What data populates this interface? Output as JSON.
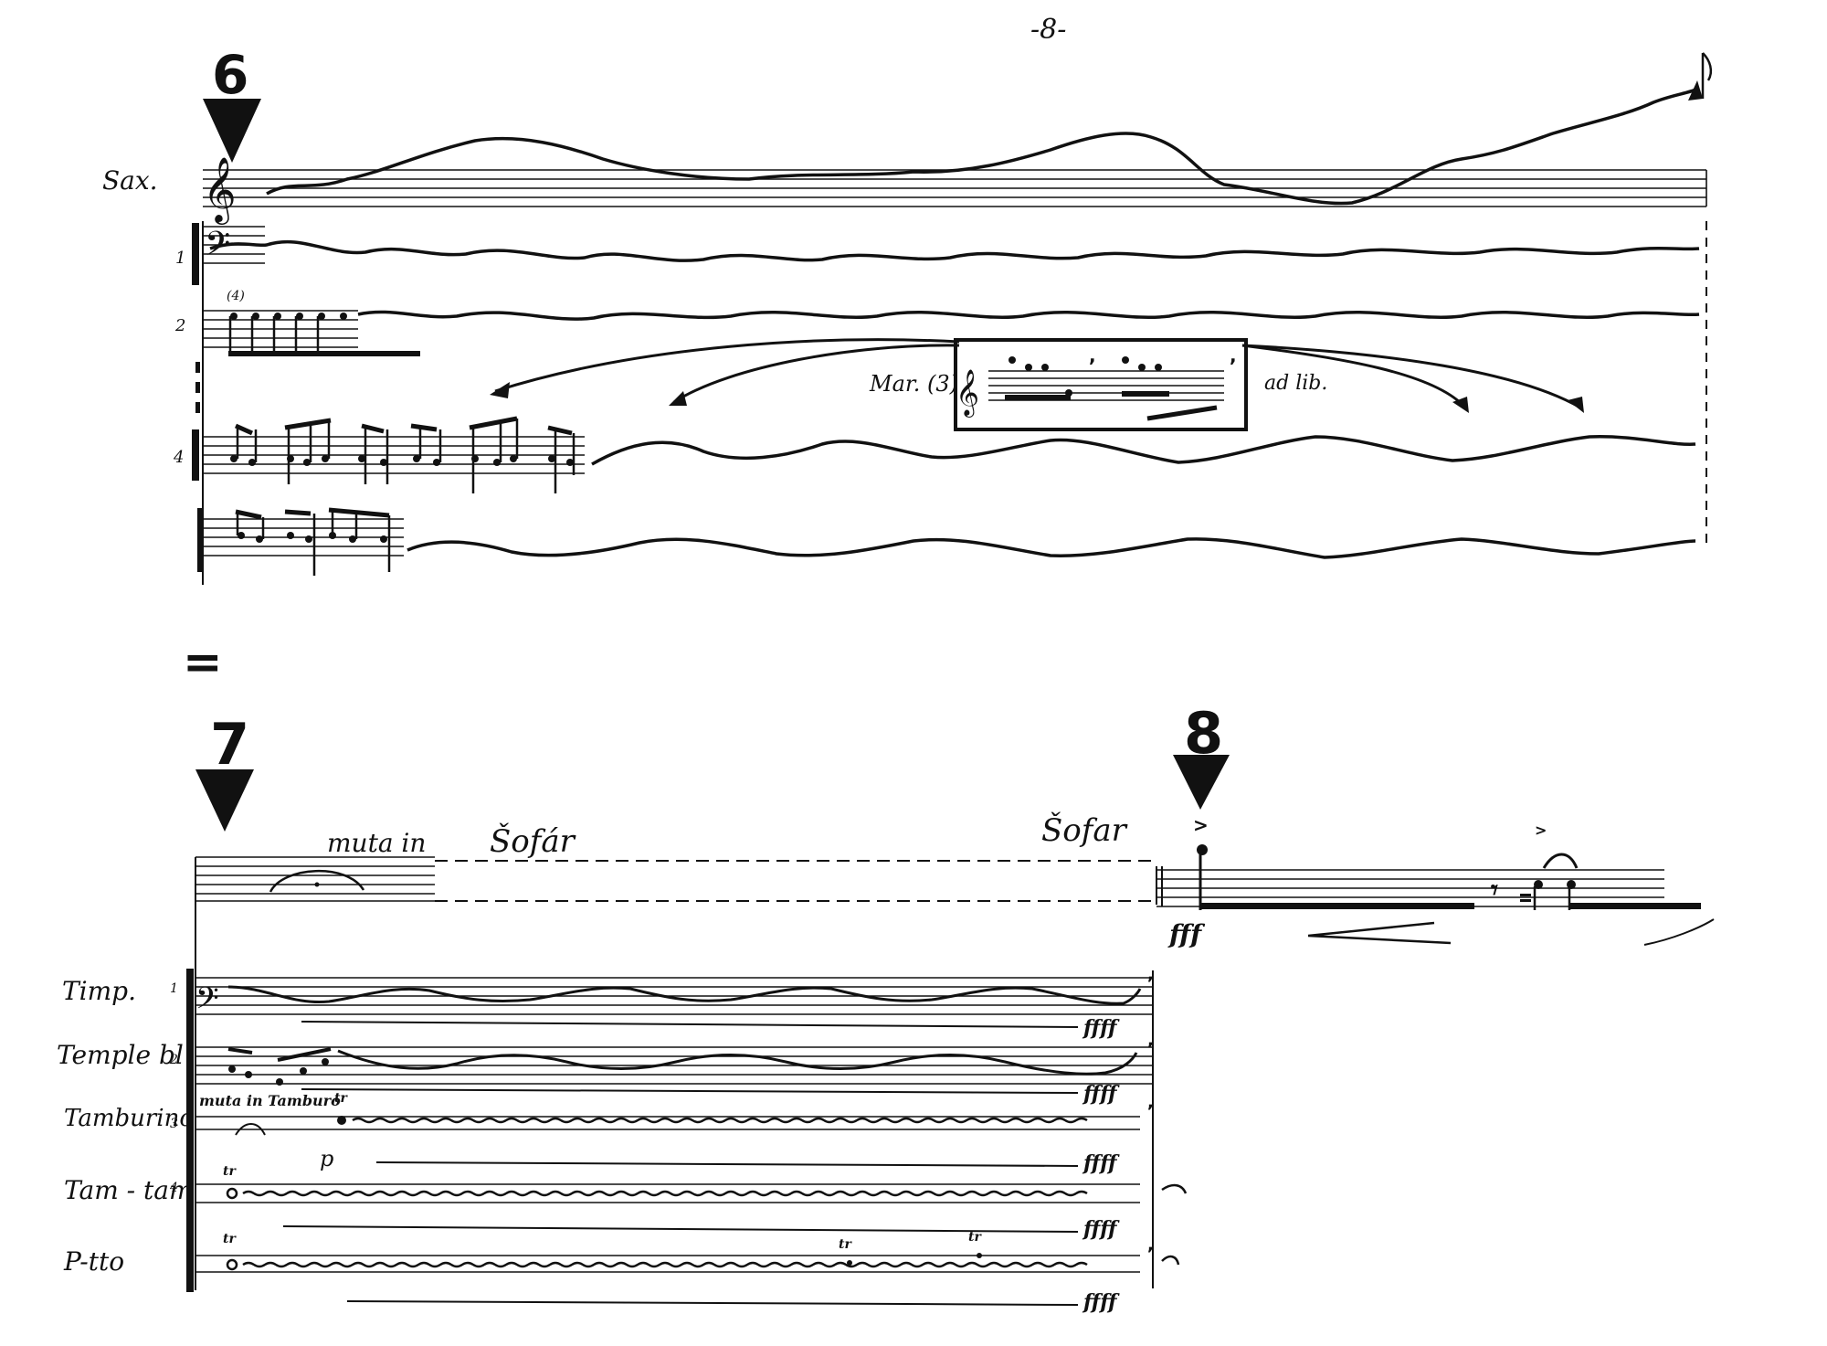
{
  "page": {
    "number": "-8-"
  },
  "section_a": {
    "rehearsal_mark": "6",
    "instruments": {
      "sax": "Sax.",
      "p1": "1",
      "p2": "2",
      "p4": "4"
    },
    "footnote_mark": "(4)",
    "box": {
      "instrument": "Mar. (3)",
      "direction": "ad lib."
    }
  },
  "divider": "=",
  "section_b": {
    "rehearsal_mark": "7",
    "mute_text": "muta in",
    "sofar_1": "Šofár",
    "sofar_2": "Šofar",
    "sofar_dynamic": "fff",
    "instruments": {
      "timp": "Timp.",
      "temple": "Temple bl",
      "tamburino": "Tamburino",
      "tamtam": "Tam - tam",
      "piatto": "P-tto"
    },
    "instrument_numbers": {
      "n1": "1",
      "n2": "2",
      "n3": "3",
      "n4": "4"
    },
    "mute_tamb": "muta in Tamburo",
    "trill": "tr",
    "piano": "p",
    "dynamics": {
      "ffff": "ffff"
    }
  },
  "section_c": {
    "rehearsal_mark": "8"
  },
  "icons": [
    "down-arrow-icon",
    "treble-clef-icon",
    "bass-clef-icon",
    "fermata-icon",
    "breath-mark-icon",
    "rest-icon"
  ]
}
